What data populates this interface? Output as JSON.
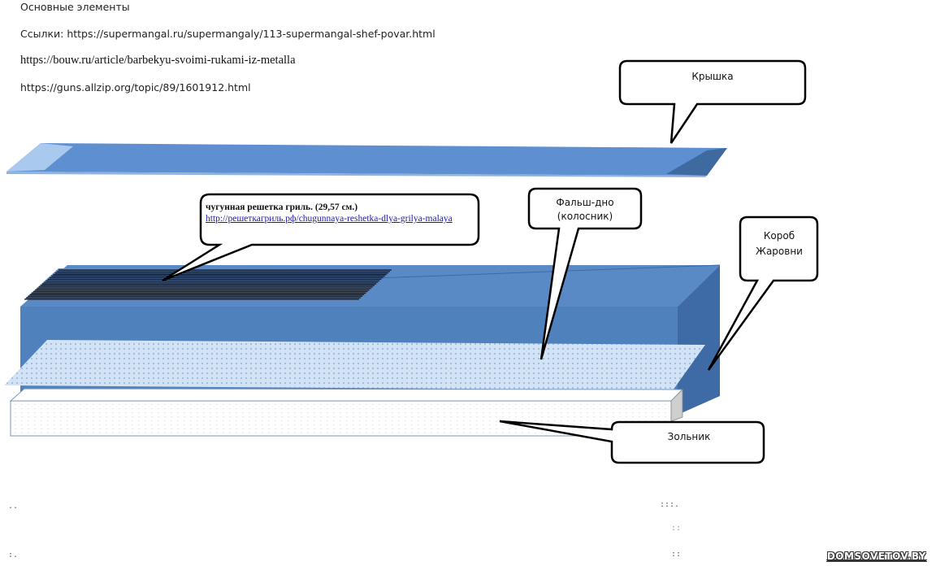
{
  "header": {
    "heading": "Основные элементы",
    "link1": "Ссылки: https://supermangal.ru/supermangaly/113-supermangal-shef-povar.html",
    "link2": "https://bouw.ru/article/barbekyu-svoimi-rukami-iz-metalla",
    "link3": "https://guns.allzip.org/topic/89/1601912.html"
  },
  "callouts": {
    "lid": "Крышка",
    "grate_title": "чугунная решетка гриль. (29,57 см.)",
    "grate_link": "http://решеткагриль.рф/chugunnaya-reshetka-dlya-grilya-malaya",
    "false_bottom_line1": "Фальш-дно",
    "false_bottom_line2": "(колосник)",
    "box_line1": "Короб",
    "box_line2": "Жаровни",
    "ash": "Зольник"
  },
  "markers": {
    "d1": "..",
    "d2": ":::.",
    "d3": "::",
    "d4": ":.",
    "d5": "::"
  },
  "watermark": "DOMSOVETOV.BY",
  "colors": {
    "box_front": "#4f81bd",
    "box_top": "#5b8bc8",
    "box_side": "#3f6ea8",
    "lid_main": "#5e8fd0",
    "lid_light": "#9cc0ea",
    "mesh": "#cfe0f3",
    "ash_fill": "#ffffff"
  }
}
